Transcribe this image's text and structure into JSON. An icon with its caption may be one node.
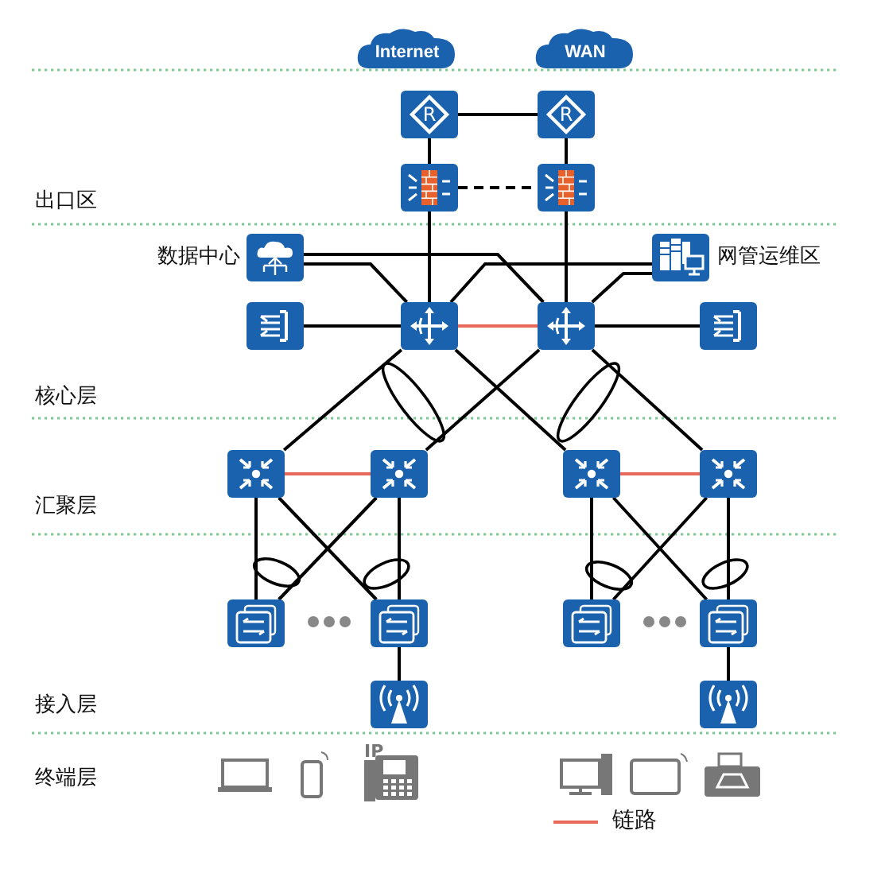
{
  "diagram": {
    "nodes": [
      {
        "text": [
          "Internet"
        ]
      },
      {
        "text": [
          "WAN"
        ]
      },
      {
        "text": [
          "R"
        ]
      },
      {
        "text": [
          "R"
        ]
      },
      {
        "text": [],
        "shape": "box"
      },
      {
        "text": [],
        "shape": "box"
      },
      {
        "text": [],
        "shape": "box",
        "beside": [
          "数据中心"
        ]
      },
      {
        "text": [],
        "shape": "box",
        "beside": [
          "网管运维区"
        ]
      },
      {
        "text": [],
        "shape": "box"
      },
      {
        "text": [],
        "shape": "box"
      },
      {
        "text": [],
        "shape": "box"
      },
      {
        "text": [],
        "shape": "box"
      },
      {
        "text": [],
        "shape": "box"
      },
      {
        "text": [],
        "shape": "box"
      },
      {
        "text": [],
        "shape": "box"
      },
      {
        "text": [],
        "shape": "box"
      },
      {
        "text": [],
        "shape": "box"
      },
      {
        "text": [],
        "shape": "box"
      },
      {
        "text": [],
        "shape": "box"
      },
      {
        "text": [],
        "shape": "box"
      },
      {
        "text": [],
        "shape": "box"
      },
      {
        "text": [],
        "shape": "box"
      }
    ],
    "edges": [
      {
        "from": 2,
        "to": 3,
        "arrow": "none"
      },
      {
        "from": 2,
        "to": 4,
        "arrow": "none"
      },
      {
        "from": 3,
        "to": 5,
        "arrow": "none"
      },
      {
        "from": 4,
        "to": 5,
        "arrow": "none",
        "style": "dashed"
      },
      {
        "from": 4,
        "to": 9,
        "arrow": "none"
      },
      {
        "from": 5,
        "to": 10,
        "arrow": "none"
      },
      {
        "from": 6,
        "to": 9,
        "arrow": "none"
      },
      {
        "from": 6,
        "to": 10,
        "arrow": "none"
      },
      {
        "from": 7,
        "to": 9,
        "arrow": "none"
      },
      {
        "from": 7,
        "to": 10,
        "arrow": "none"
      },
      {
        "from": 8,
        "to": 9,
        "arrow": "none"
      },
      {
        "from": 9,
        "to": 10,
        "arrow": "none",
        "color": "#e8685a"
      },
      {
        "from": 10,
        "to": 11,
        "arrow": "none"
      },
      {
        "from": 9,
        "to": 12,
        "arrow": "none"
      },
      {
        "from": 9,
        "to": 14,
        "arrow": "none"
      },
      {
        "from": 10,
        "to": 13,
        "arrow": "none"
      },
      {
        "from": 10,
        "to": 15,
        "arrow": "none"
      },
      {
        "from": 12,
        "to": 13,
        "arrow": "none",
        "color": "#e8685a"
      },
      {
        "from": 14,
        "to": 15,
        "arrow": "none",
        "color": "#e8685a"
      },
      {
        "from": 12,
        "to": 16,
        "arrow": "none"
      },
      {
        "from": 12,
        "to": 17,
        "arrow": "none"
      },
      {
        "from": 13,
        "to": 16,
        "arrow": "none"
      },
      {
        "from": 13,
        "to": 17,
        "arrow": "none"
      },
      {
        "from": 14,
        "to": 18,
        "arrow": "none"
      },
      {
        "from": 14,
        "to": 19,
        "arrow": "none"
      },
      {
        "from": 15,
        "to": 18,
        "arrow": "none"
      },
      {
        "from": 15,
        "to": 19,
        "arrow": "none"
      },
      {
        "from": 17,
        "to": 20,
        "arrow": "none"
      },
      {
        "from": 19,
        "to": 21,
        "arrow": "none"
      }
    ],
    "labels": [
      "出口区",
      "核心层",
      "汇聚层",
      "接入层",
      "终端层",
      "IP"
    ],
    "legend": [
      {
        "text": "链路"
      }
    ]
  }
}
